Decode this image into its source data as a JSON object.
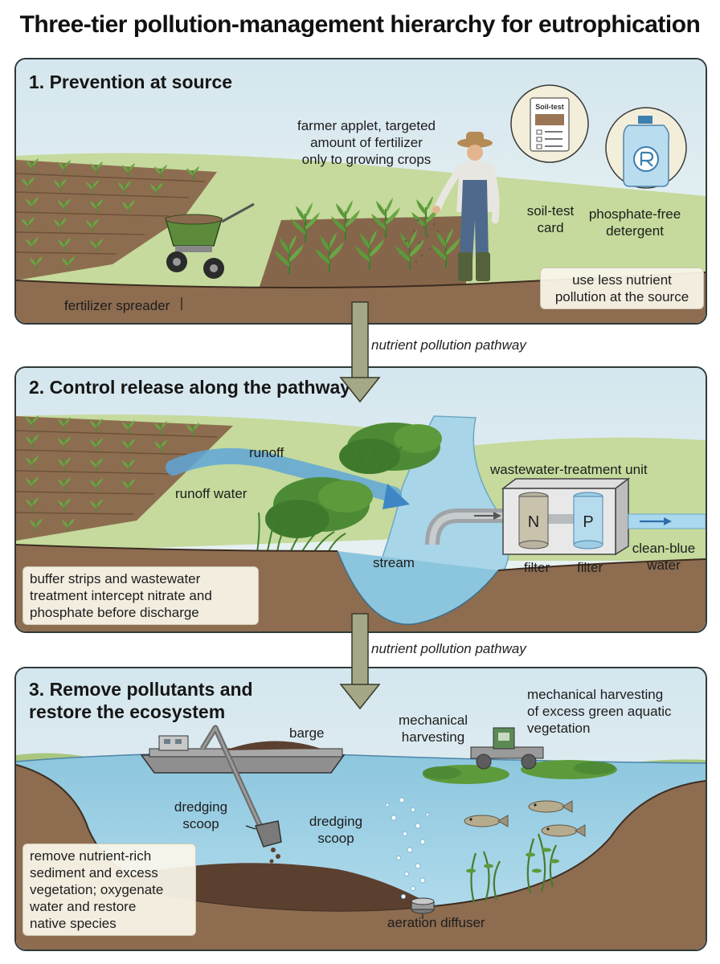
{
  "title": "Three-tier pollution-management hierarchy for eutrophication",
  "pathway_label": "nutrient pollution pathway",
  "panel1": {
    "heading": "1. Prevention at source",
    "farmer_note_1": "farmer applet, targeted",
    "farmer_note_2": "amount of fertilizer",
    "farmer_note_3": "only to growing crops",
    "soil_test_card_title": "Soil-test",
    "soil_test_label_1": "soil-test",
    "soil_test_label_2": "card",
    "detergent_label_1": "phosphate-free",
    "detergent_label_2": "detergent",
    "spreader_label": "fertilizer spreader",
    "note_1": "use less nutrient",
    "note_2": "pollution at the source"
  },
  "panel2": {
    "heading": "2. Control release along the pathway",
    "runoff_label": "runoff",
    "runoff_water_label": "runoff water",
    "stream_label": "stream",
    "unit_label": "wastewater-treatment unit",
    "filter_n_letter": "N",
    "filter_p_letter": "P",
    "filter_label_1": "filter",
    "filter_label_2": "filter",
    "clean_water_1": "clean-blue",
    "clean_water_2": "water",
    "note_1": "buffer strips and wastewater",
    "note_2": "treatment intercept nitrate and",
    "note_3": "phosphate before discharge"
  },
  "panel3": {
    "heading_1": "3. Remove pollutants and",
    "heading_2": "restore the ecosystem",
    "barge_label": "barge",
    "harvest_label_1": "mechanical",
    "harvest_label_2": "harvesting",
    "harvest_note_1": "mechanical harvesting",
    "harvest_note_2": "of excess green aquatic",
    "harvest_note_3": "vegetation",
    "scoop_label_1a": "dredging",
    "scoop_label_1b": "scoop",
    "scoop_label_2a": "dredging",
    "scoop_label_2b": "scoop",
    "diffuser_label": "aeration diffuser",
    "note_1": "remove nutrient-rich",
    "note_2": "sediment and excess",
    "note_3": "vegetation; oxygenate",
    "note_4": "water and restore",
    "note_5": "native species"
  },
  "colors": {
    "sky": "#dbe9ee",
    "grass": "#c9dca1",
    "soil": "#8a6a4f",
    "water": "#8cc6de",
    "arrow": "#a4a887",
    "plant": "#5f9a3c"
  }
}
